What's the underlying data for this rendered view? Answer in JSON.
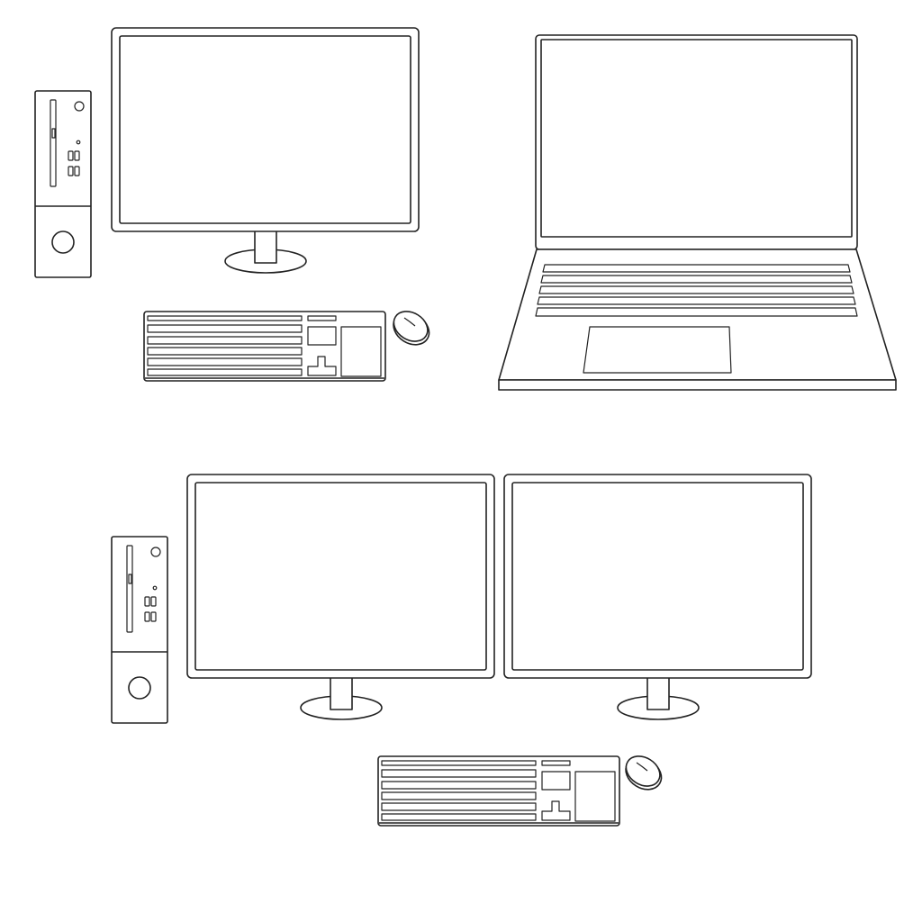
{
  "scene": {
    "groups": [
      {
        "name": "desktop-set",
        "items": [
          "tower-pc",
          "monitor",
          "keyboard",
          "mouse"
        ]
      },
      {
        "name": "laptop",
        "items": [
          "laptop"
        ]
      },
      {
        "name": "dual-monitor-set",
        "items": [
          "tower-pc",
          "monitor",
          "monitor",
          "keyboard",
          "mouse"
        ]
      }
    ],
    "colors": {
      "background": "#ffffff",
      "outline": "#222222"
    }
  }
}
